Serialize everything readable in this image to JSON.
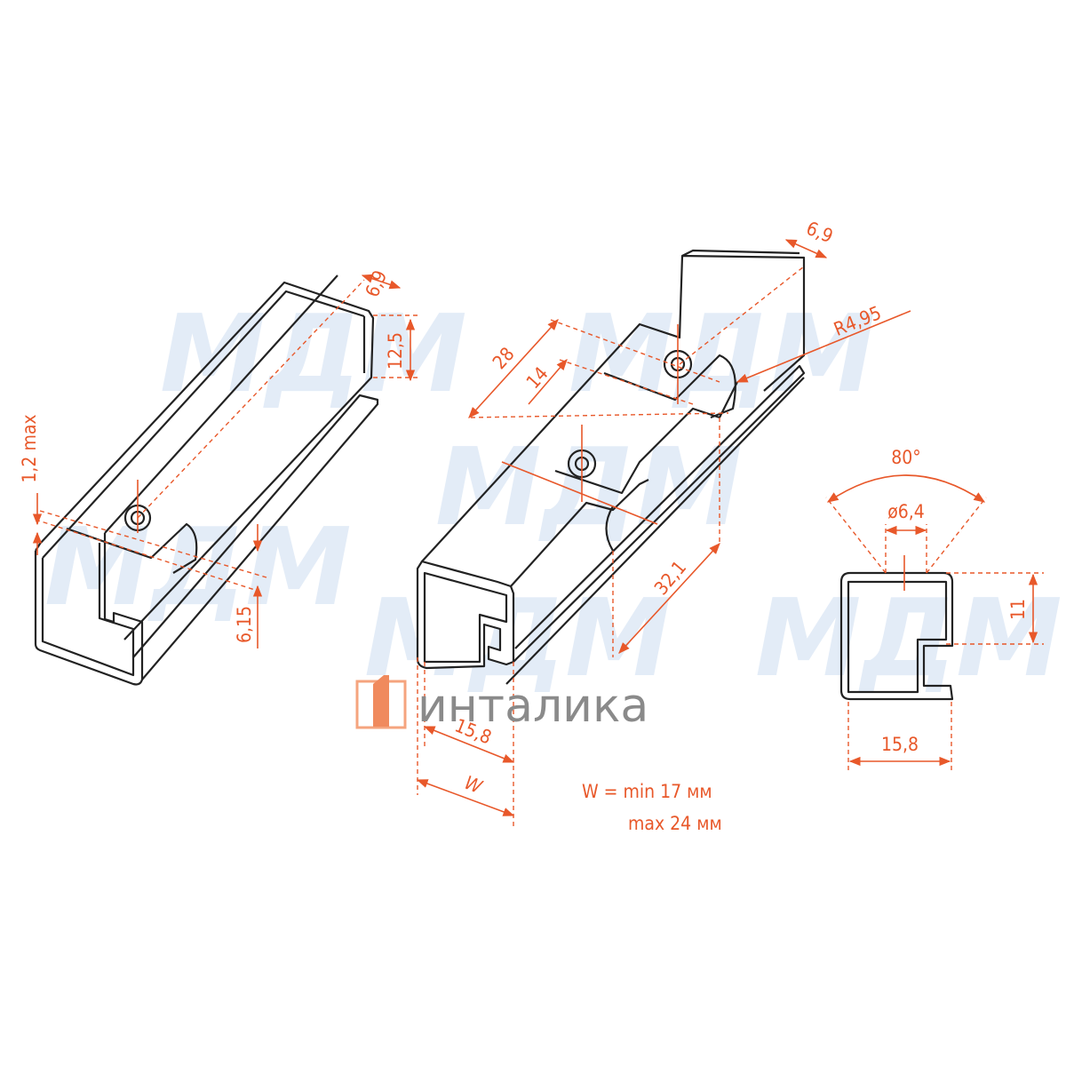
{
  "watermark": "MДM",
  "logo": {
    "text": "инталика",
    "color": "#f08a5d"
  },
  "colors": {
    "dimension": "#e8582a",
    "outline": "#222222",
    "watermark": "#e3ecf7"
  },
  "left_profile": {
    "dims": {
      "top_width": "6,9",
      "top_height": "12,5",
      "wall": "1,2 max",
      "offset": "6,15"
    }
  },
  "middle_profile": {
    "dims": {
      "top_width": "6,9",
      "radius": "R4,95",
      "len_28": "28",
      "len_14": "14",
      "len_32": "32,1",
      "width": "15,8",
      "w": "W"
    }
  },
  "note": {
    "line1": "W = min 17 мм",
    "line2": "max 24 мм"
  },
  "section": {
    "dims": {
      "angle": "80°",
      "hole": "ø6,4",
      "height": "11",
      "width": "15,8"
    }
  }
}
